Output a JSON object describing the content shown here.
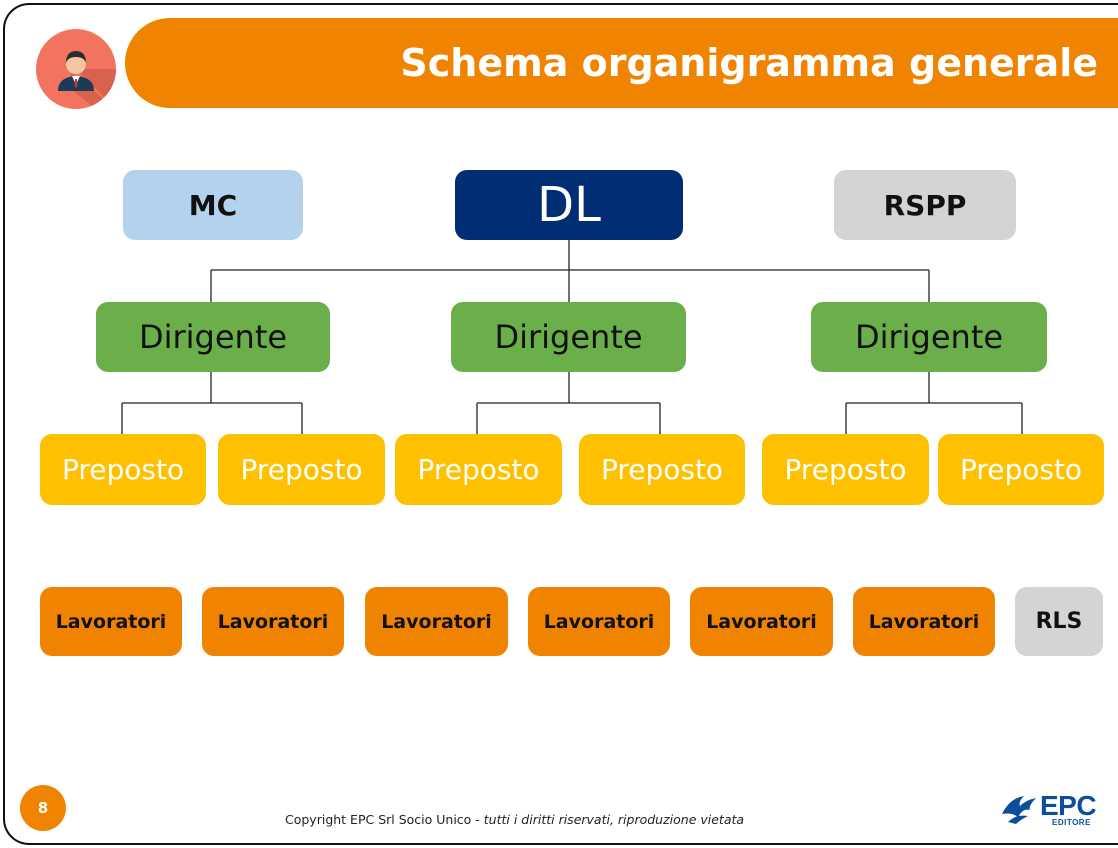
{
  "header": {
    "title": "Schema organigramma generale",
    "avatar_icon": "person-avatar-icon"
  },
  "chart": {
    "top": {
      "mc": "MC",
      "dl": "DL",
      "rspp": "RSPP"
    },
    "dirigenti": [
      "Dirigente",
      "Dirigente",
      "Dirigente"
    ],
    "preposti": [
      "Preposto",
      "Preposto",
      "Preposto",
      "Preposto",
      "Preposto",
      "Preposto"
    ],
    "lavoratori": [
      "Lavoratori",
      "Lavoratori",
      "Lavoratori",
      "Lavoratori",
      "Lavoratori",
      "Lavoratori"
    ],
    "rls": "RLS"
  },
  "footer": {
    "page_number": "8",
    "copyright_plain": "Copyright EPC Srl Socio Unico - ",
    "copyright_italic": "tutti i diritti riservati, riproduzione vietata",
    "logo_main": "EPC",
    "logo_sub": "EDITORE"
  },
  "colors": {
    "orange": "#F08300",
    "navy": "#012D75",
    "green": "#6AAF4A",
    "yellow": "#FFC000",
    "light_blue": "#B4D1EE",
    "grey": "#D4D4D4"
  }
}
